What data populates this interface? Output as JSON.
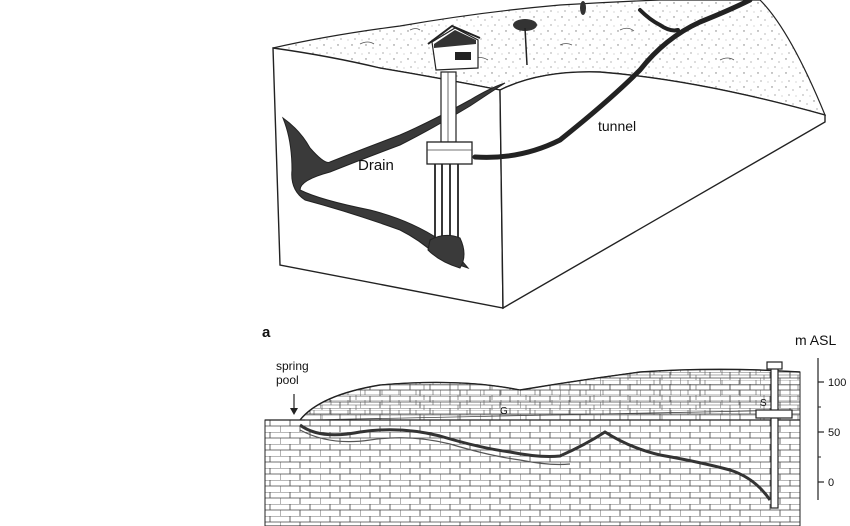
{
  "diagram": {
    "block": {
      "drain_label": "Drain",
      "tunnel_label": "tunnel"
    },
    "section": {
      "panel_label": "a",
      "axis_unit": "m ASL",
      "spring_label_line1": "spring",
      "spring_label_line2": "pool",
      "marker_g": "G",
      "marker_s": "S",
      "ticks": [
        "100",
        "50",
        "0"
      ]
    }
  }
}
